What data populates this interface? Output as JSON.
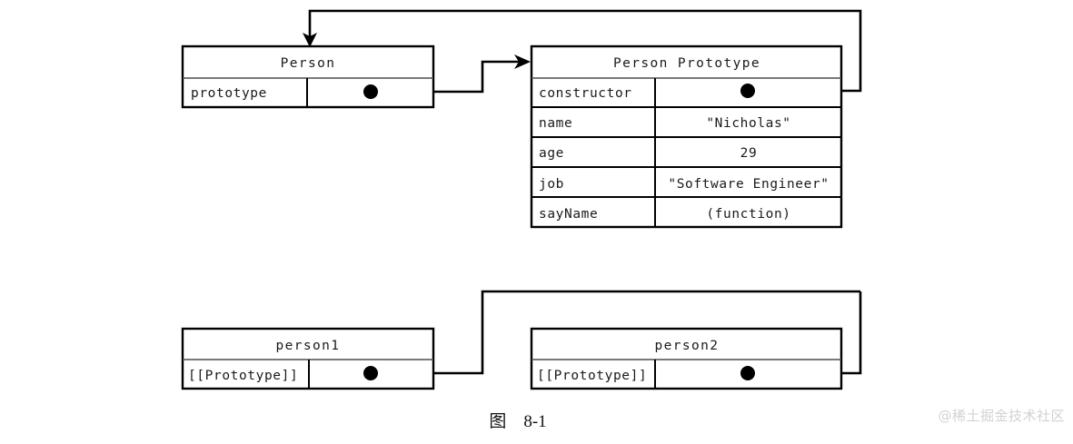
{
  "figure": {
    "caption": "图　8-1",
    "watermark": "@稀土掘金技术社区",
    "colors": {
      "stroke": "#000000",
      "background": "#ffffff",
      "text": "#1a1a1a",
      "watermark": "#d2d2d2",
      "divider": "#4d4d4d"
    }
  },
  "boxes": {
    "person": {
      "title": "Person",
      "rows": [
        {
          "key": "prototype",
          "value": ""
        }
      ]
    },
    "person_prototype": {
      "title": "Person Prototype",
      "rows": [
        {
          "key": "constructor",
          "value": ""
        },
        {
          "key": "name",
          "value": "\"Nicholas\""
        },
        {
          "key": "age",
          "value": "29"
        },
        {
          "key": "job",
          "value": "\"Software Engineer\""
        },
        {
          "key": "sayName",
          "value": "(function)"
        }
      ]
    },
    "person1": {
      "title": "person1",
      "rows": [
        {
          "key": "[[Prototype]]",
          "value": ""
        }
      ]
    },
    "person2": {
      "title": "person2",
      "rows": [
        {
          "key": "[[Prototype]]",
          "value": ""
        }
      ]
    }
  },
  "connections": [
    {
      "name": "person-prototype-to-person-prototype-box",
      "from": "Person.prototype",
      "to": "Person Prototype",
      "arrow": "right"
    },
    {
      "name": "constructor-to-person",
      "from": "Person Prototype.constructor",
      "to": "Person",
      "arrow": "down"
    },
    {
      "name": "person1-prototype-to-person-prototype-box",
      "from": "person1.[[Prototype]]",
      "to": "Person Prototype",
      "arrow": "right"
    },
    {
      "name": "person2-prototype-to-person-prototype-box",
      "from": "person2.[[Prototype]]",
      "to": "Person Prototype",
      "arrow": "right"
    }
  ]
}
